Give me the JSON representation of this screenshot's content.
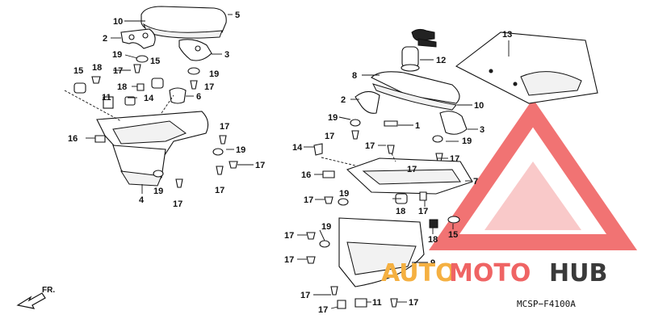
{
  "diagram": {
    "callouts_left": [
      "10",
      "5",
      "2",
      "3",
      "19",
      "15",
      "17",
      "18",
      "15",
      "19",
      "18",
      "17",
      "14",
      "6",
      "11",
      "17",
      "16",
      "19",
      "17",
      "4",
      "19",
      "17",
      "17"
    ],
    "callouts_right": [
      "13",
      "12",
      "8",
      "2",
      "10",
      "19",
      "1",
      "17",
      "3",
      "17",
      "19",
      "14",
      "17",
      "17",
      "16",
      "7",
      "17",
      "19",
      "18",
      "17",
      "19",
      "18",
      "15",
      "17",
      "9",
      "17",
      "17",
      "11",
      "17"
    ],
    "direction_label": "FR.",
    "diagram_code": "MCSP−F4100A"
  },
  "watermark": {
    "part1": "AUTO",
    "part2": "MOTO",
    "part3": "HUB",
    "color_orange": "#f5b041",
    "color_red": "#ef6464",
    "color_dark": "#3a3a3a"
  }
}
